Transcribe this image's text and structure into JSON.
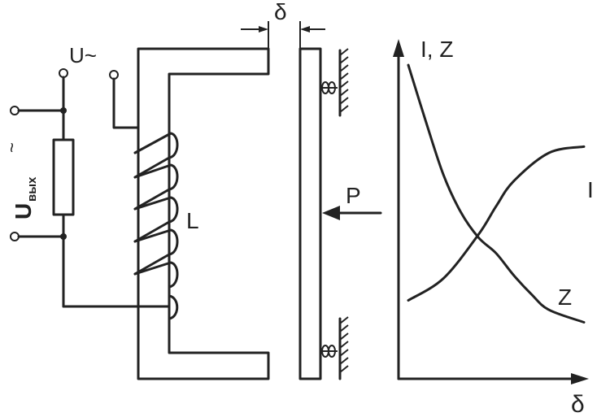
{
  "labels": {
    "supply": "U~",
    "output_main": "U",
    "output_sub": "вых",
    "output_tilde": "~",
    "gap": "δ",
    "coil": "L",
    "force": "P",
    "y_axis": "I, Z",
    "x_axis": "δ",
    "curve_i": "I",
    "curve_z": "Z"
  },
  "chart_data": {
    "type": "line",
    "title": "",
    "xlabel": "δ",
    "ylabel": "I, Z",
    "series": [
      {
        "name": "I",
        "x": [
          0.0,
          0.2,
          0.4,
          0.5,
          0.6,
          0.8,
          1.0
        ],
        "y": [
          0.25,
          0.32,
          0.46,
          0.55,
          0.63,
          0.72,
          0.74
        ]
      },
      {
        "name": "Z",
        "x": [
          0.0,
          0.1,
          0.2,
          0.3,
          0.4,
          0.5,
          0.6,
          0.7,
          0.8,
          1.0
        ],
        "y": [
          1.0,
          0.82,
          0.65,
          0.53,
          0.45,
          0.4,
          0.33,
          0.27,
          0.22,
          0.18
        ]
      }
    ]
  }
}
